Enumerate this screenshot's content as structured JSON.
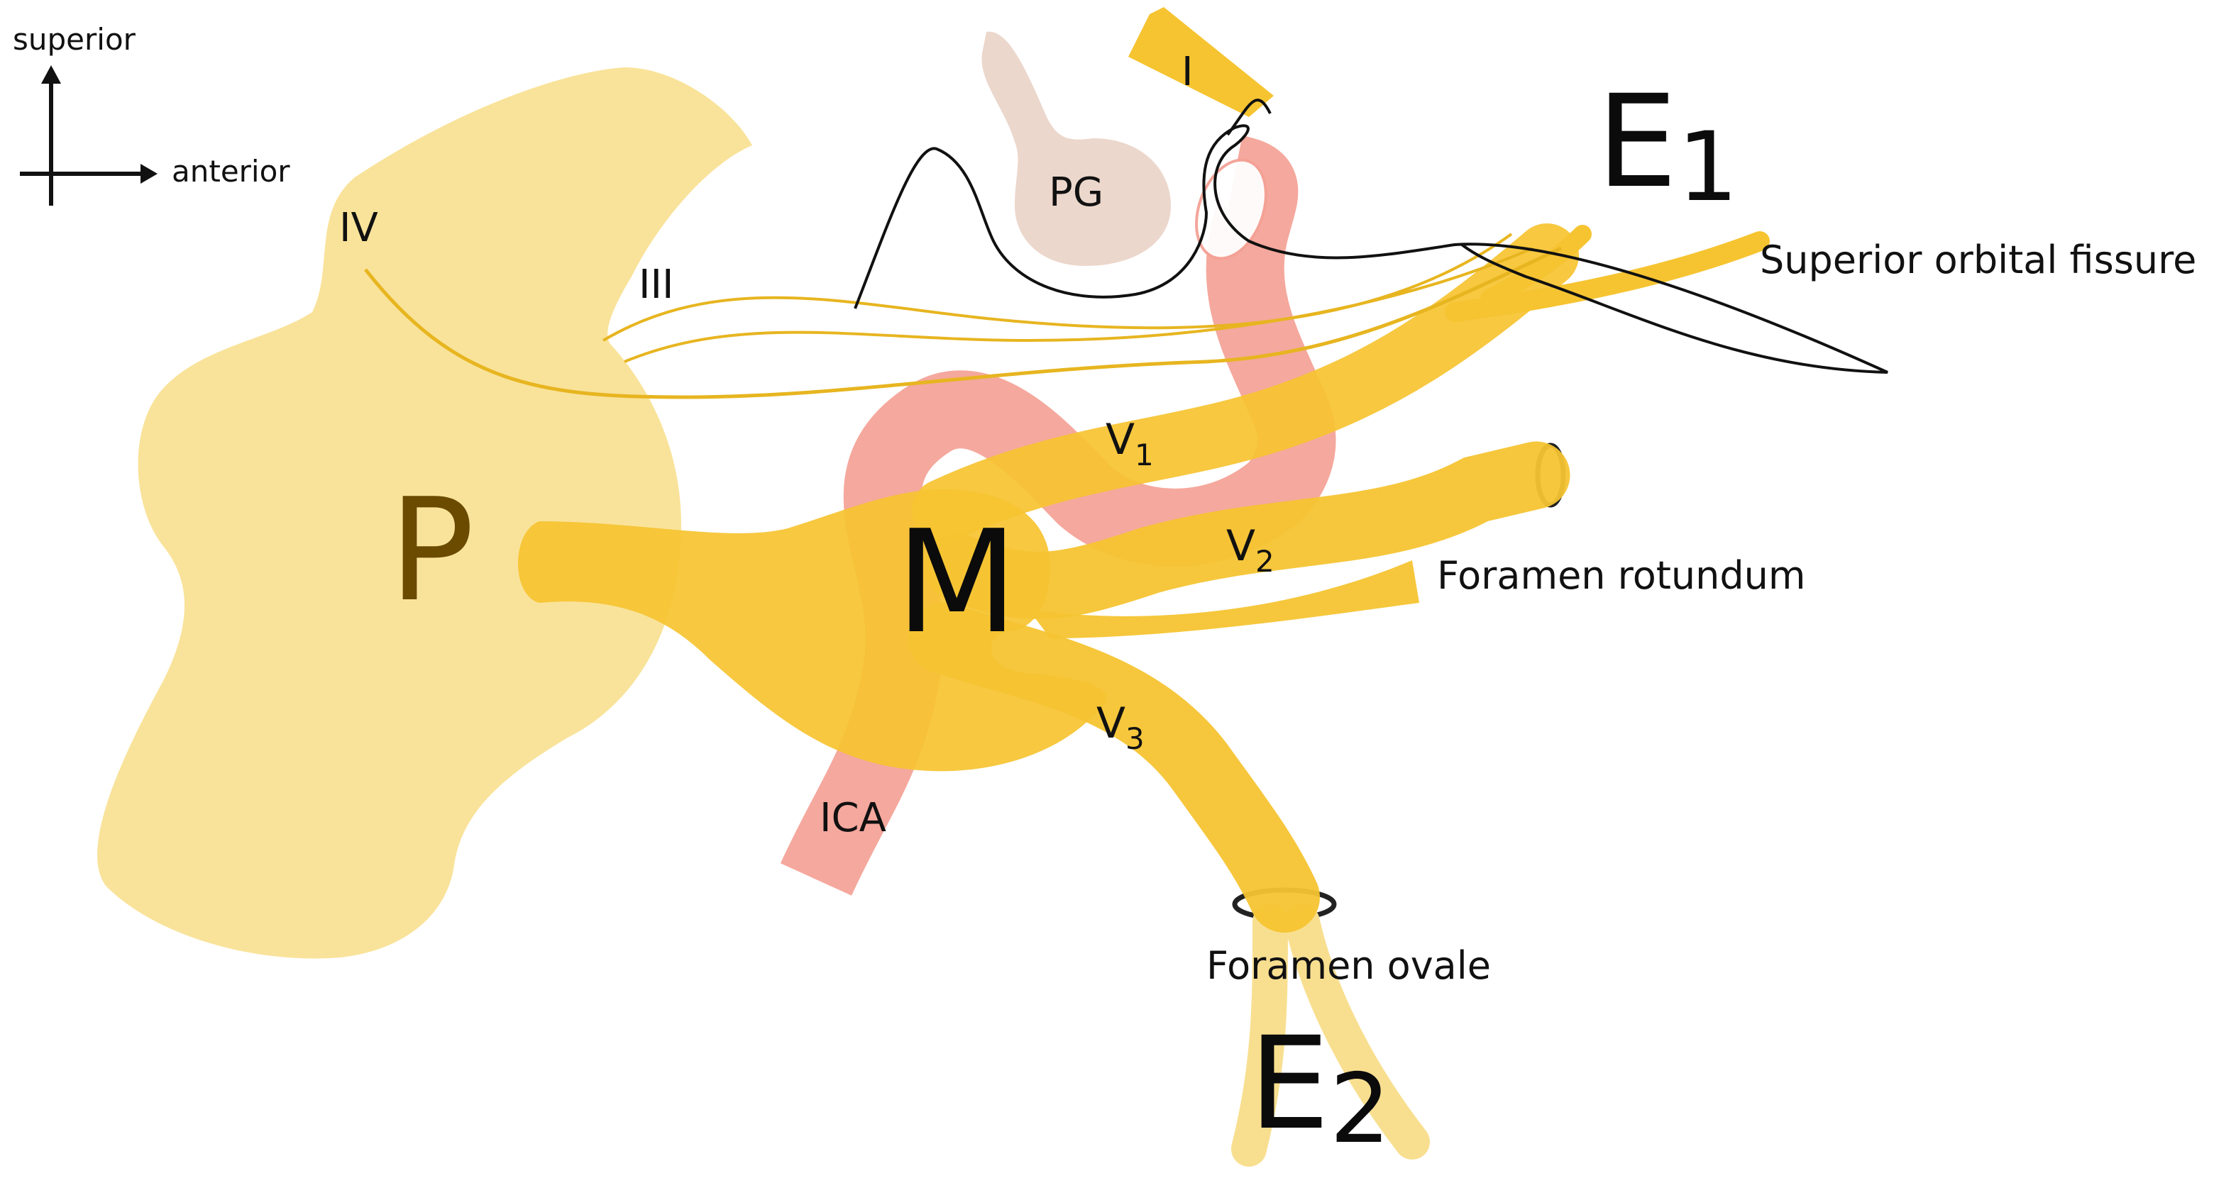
{
  "orientation": {
    "vertical_label": "superior",
    "horizontal_label": "anterior"
  },
  "structures": {
    "P": "P",
    "M": "M",
    "PG": "PG",
    "ICA": "ICA",
    "I": "I"
  },
  "nerves": {
    "III": "III",
    "IV": "IV",
    "V1": {
      "letter": "V",
      "subscript": "1"
    },
    "V2": {
      "letter": "V",
      "subscript": "2"
    },
    "V3": {
      "letter": "V",
      "subscript": "3"
    }
  },
  "markers": {
    "E1": {
      "letter": "E",
      "subscript": "1"
    },
    "E2": {
      "letter": "E",
      "subscript": "2"
    }
  },
  "foramina": {
    "superior_orbital_fissure": "Superior orbital fissure",
    "foramen_rotundum": "Foramen rotundum",
    "foramen_ovale": "Foramen ovale"
  },
  "colors": {
    "pons": "#f9e39a",
    "nerve": "#f6c431",
    "nerve_light": "#f8df90",
    "artery": "#f4a195",
    "pituitary": "#ecd7cc",
    "outline": "#111111"
  }
}
